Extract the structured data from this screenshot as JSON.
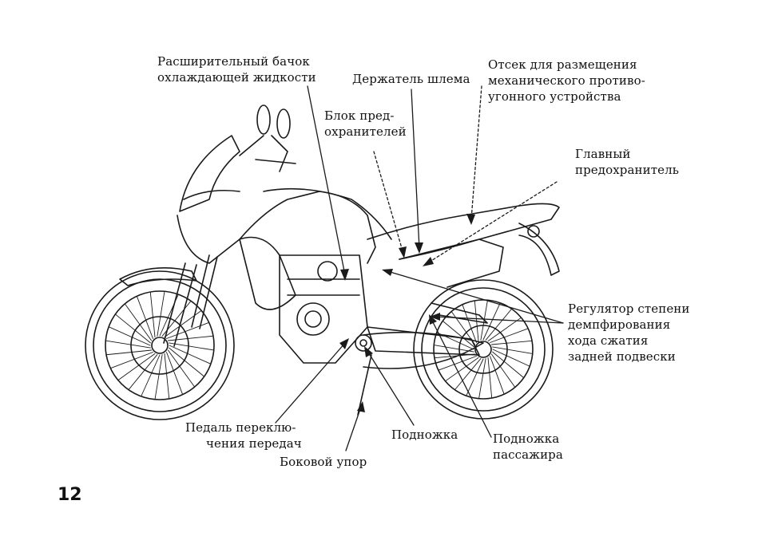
{
  "page_number": "12",
  "labels": {
    "coolant_tank": [
      "Расширительный бачок",
      "охлаждающей жидкости"
    ],
    "helmet_holder": [
      "Держатель шлема"
    ],
    "fuse_box": [
      "Блок пред-",
      "охранителей"
    ],
    "lock_compartment": [
      "Отсек для размещения",
      "механического противо-",
      "угонного устройства"
    ],
    "main_fuse": [
      "Главный",
      "предохранитель"
    ],
    "damper_adjuster": [
      "Регулятор степени",
      "демпфирования",
      "хода сжатия",
      "задней подвески"
    ],
    "shift_pedal": [
      "Педаль переклю-",
      "чения передач"
    ],
    "footpeg": [
      "Подножка"
    ],
    "passenger_footpeg": [
      "Подножка",
      "пассажира"
    ],
    "side_stand": [
      "Боковой упор"
    ]
  },
  "colors": {
    "ink": "#111111",
    "paper": "#ffffff"
  }
}
